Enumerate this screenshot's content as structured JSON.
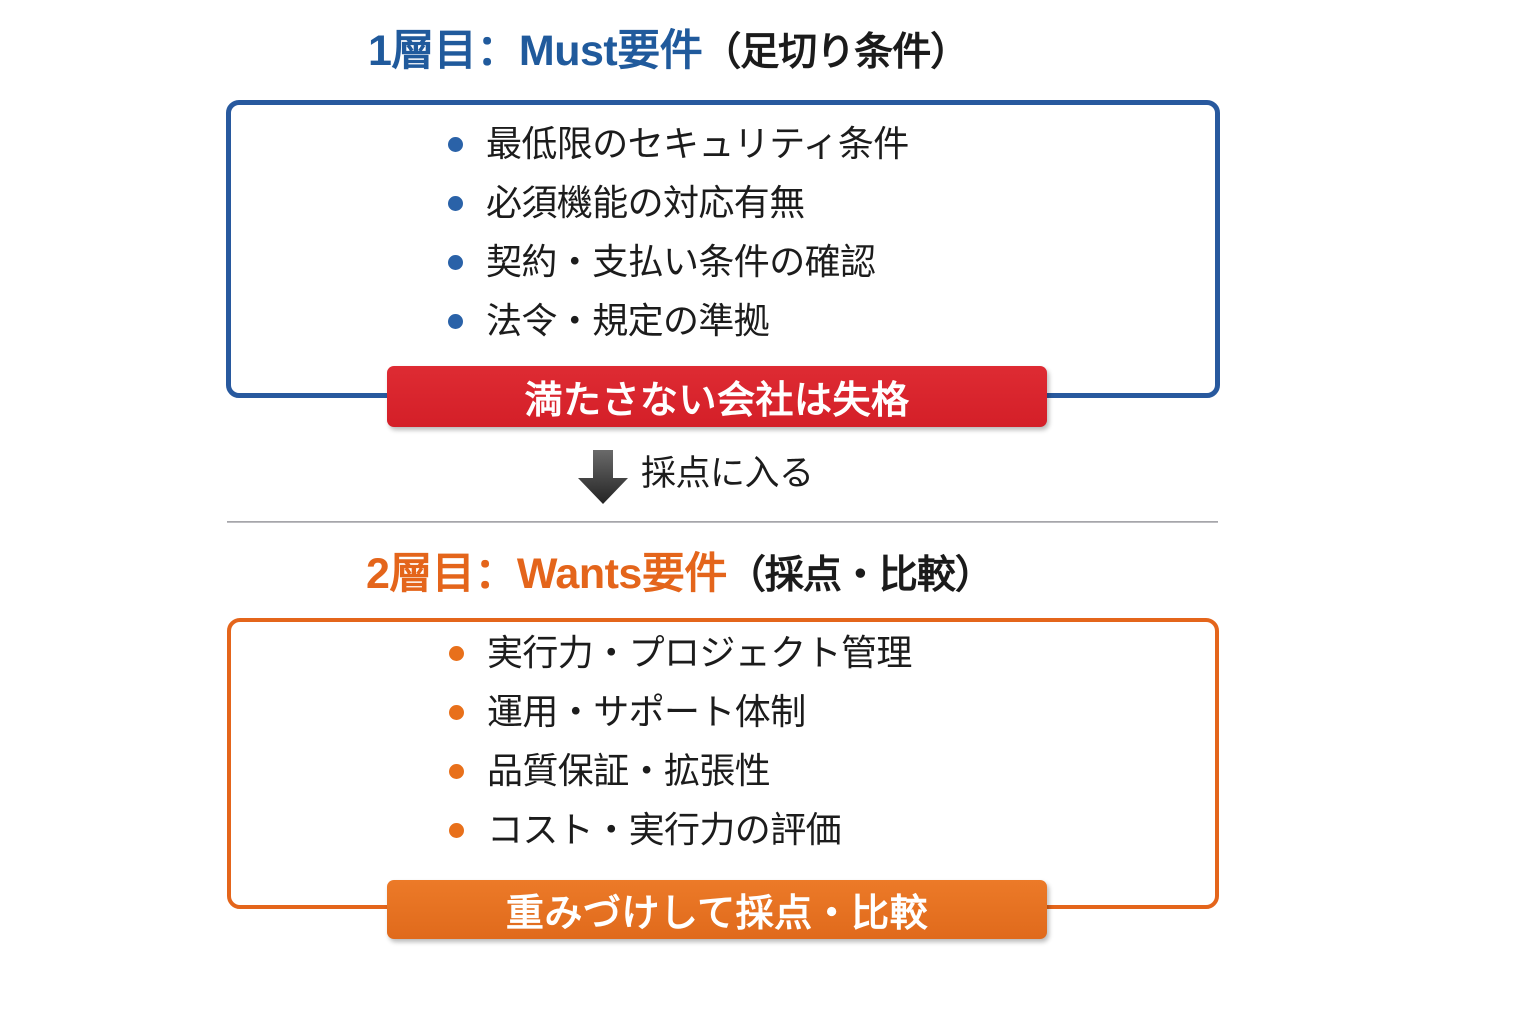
{
  "diagram": {
    "tier1": {
      "heading_accent": "1層目：Must要件",
      "heading_paren": "（足切り条件）",
      "accent_color": "#205A9C",
      "border_color": "#28599E",
      "bullet_color": "#2A62A8",
      "bullets": [
        "最低限のセキュリティ条件",
        "必須機能の対応有無",
        "契約・支払い条件の確認",
        "法令・規定の準拠"
      ],
      "banner": {
        "label": "満たさない会社は失格",
        "color": "#DA2630"
      }
    },
    "flow": {
      "arrow_icon": "arrow-down-icon",
      "label": "採点に入る"
    },
    "tier2": {
      "heading_accent": "2層目：Wants要件",
      "heading_paren": "（採点・比較）",
      "accent_color": "#E4651B",
      "border_color": "#E4651B",
      "bullet_color": "#E8701B",
      "bullets": [
        "実行力・プロジェクト管理",
        "運用・サポート体制",
        "品質保証・拡張性",
        "コスト・実行力の評価"
      ],
      "banner": {
        "label": "重みづけして採点・比較",
        "color": "#E87324"
      }
    }
  }
}
